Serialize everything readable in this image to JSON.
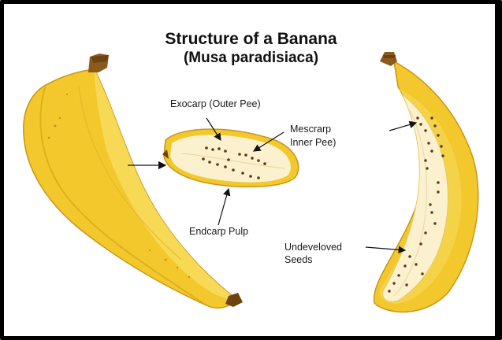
{
  "diagram": {
    "title": "Structure of a Banana",
    "subtitle": "(Musa paradisiaca)",
    "labels": {
      "exocarp": "Exocarp (Outer Pee)",
      "mesocarp_line1": "Mescrarp",
      "mesocarp_line2": "Inner Pee)",
      "endocarp": "Endcarp Pulp",
      "seeds_line1": "Undeveloved",
      "seeds_line2": "Seeds"
    },
    "colors": {
      "peel": "#f2c82c",
      "peel_shade": "#d9a514",
      "peel_light": "#f8dd62",
      "pulp": "#fbf1cf",
      "stem": "#8b5a1c",
      "seed": "#5a3715",
      "frame": "#000000"
    },
    "icons": [
      "whole-banana-icon",
      "banana-cross-section-icon",
      "banana-longitudinal-section-icon",
      "arrow-icon"
    ]
  }
}
